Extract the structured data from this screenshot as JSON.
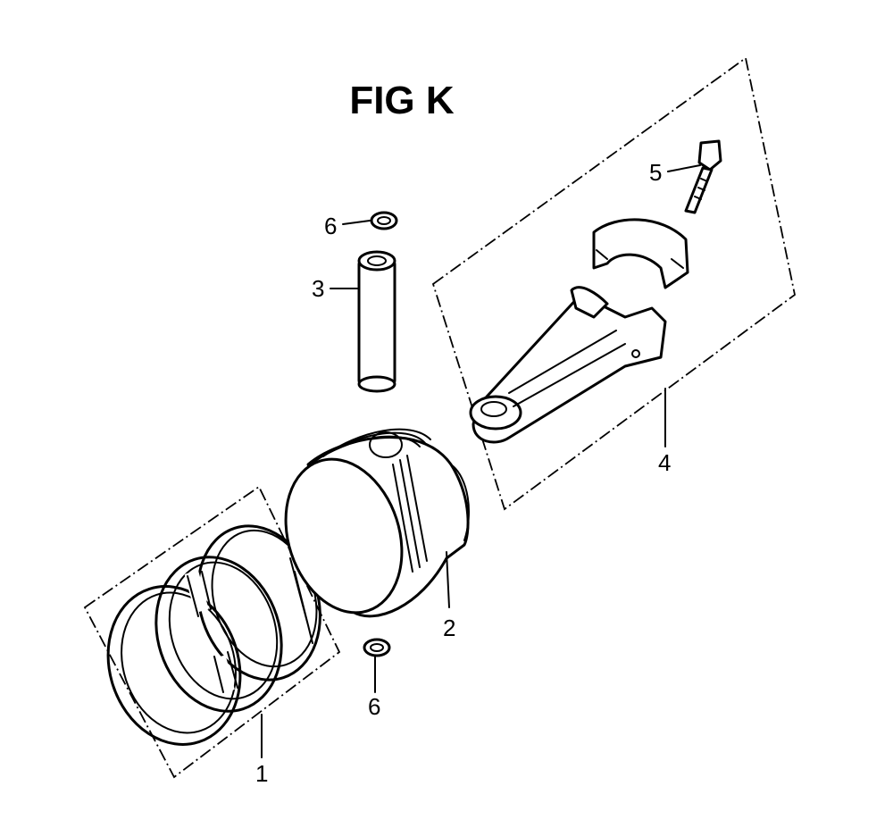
{
  "figure": {
    "title": "FIG K"
  },
  "callouts": [
    {
      "id": "part-1",
      "label": "1"
    },
    {
      "id": "part-2",
      "label": "2"
    },
    {
      "id": "part-3",
      "label": "3"
    },
    {
      "id": "part-4",
      "label": "4"
    },
    {
      "id": "part-5",
      "label": "5"
    },
    {
      "id": "part-6-top",
      "label": "6"
    },
    {
      "id": "part-6-bottom",
      "label": "6"
    }
  ],
  "parts": [
    {
      "name": "piston-rings-icon"
    },
    {
      "name": "piston-icon"
    },
    {
      "name": "piston-pin-icon"
    },
    {
      "name": "connecting-rod-icon"
    },
    {
      "name": "rod-bolt-icon"
    },
    {
      "name": "pin-clip-icon"
    }
  ]
}
